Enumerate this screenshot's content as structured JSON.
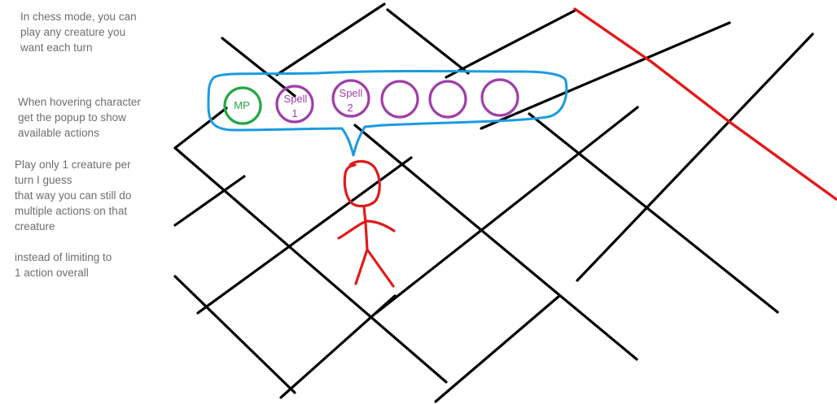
{
  "notes": {
    "chess_mode": "In chess mode, you can\nplay any creature you\nwant each turn",
    "hover": "When hovering character\nget the popup to show\navailable actions",
    "play_one": "Play only 1 creature per\nturn I guess\nthat way you can still do\nmultiple actions on that\ncreature",
    "limit": "instead of limiting to\n1 action overall"
  },
  "popup": {
    "actions": [
      {
        "line1": "MP",
        "line2": "",
        "color": "#22a745"
      },
      {
        "line1": "Spell",
        "line2": "1",
        "color": "#a03fa8"
      },
      {
        "line1": "Spell",
        "line2": "2",
        "color": "#a03fa8"
      },
      {
        "line1": "",
        "line2": "",
        "color": "#a03fa8"
      },
      {
        "line1": "",
        "line2": "",
        "color": "#a03fa8"
      },
      {
        "line1": "",
        "line2": "",
        "color": "#a03fa8"
      }
    ],
    "outline_color": "#1a9be0"
  },
  "colors": {
    "grid": "#000000",
    "highlight": "#e01b1b",
    "creature": "#e01b1b",
    "note_text": "#6e6e6e"
  }
}
